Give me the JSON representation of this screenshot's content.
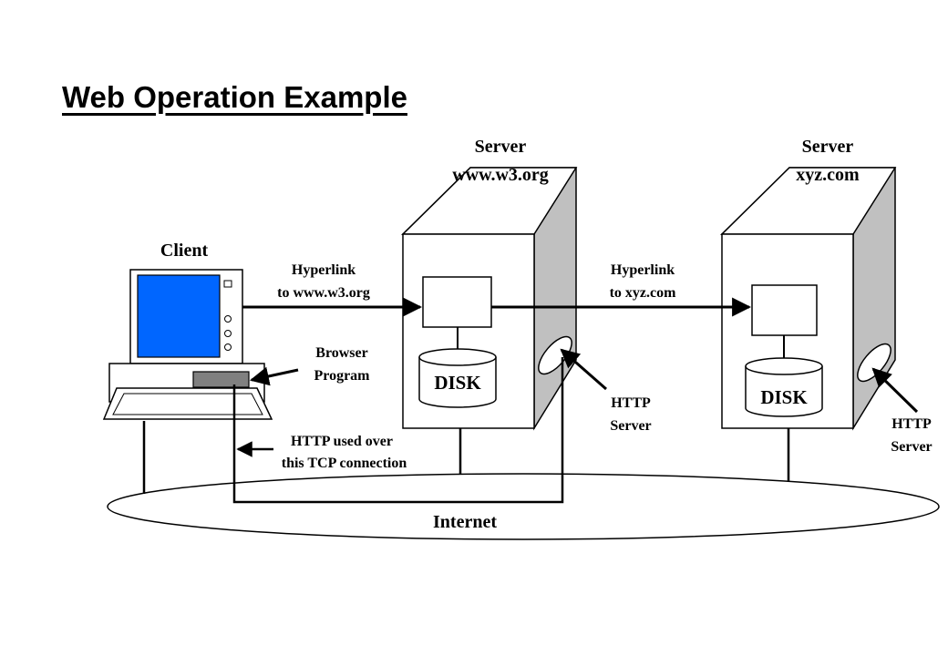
{
  "title": "Web Operation Example",
  "client": {
    "label": "Client"
  },
  "server1": {
    "label_line1": "Server",
    "label_line2": "www.w3.org",
    "disk": "DISK"
  },
  "server2": {
    "label_line1": "Server",
    "label_line2": "xyz.com",
    "disk": "DISK"
  },
  "hyperlink1": {
    "line1": "Hyperlink",
    "line2": "to www.w3.org"
  },
  "hyperlink2": {
    "line1": "Hyperlink",
    "line2": "to xyz.com"
  },
  "browser": {
    "line1": "Browser",
    "line2": "Program"
  },
  "http_server1": {
    "line1": "HTTP",
    "line2": "Server"
  },
  "http_server2": {
    "line1": "HTTP",
    "line2": "Server"
  },
  "http_tcp": {
    "line1": "HTTP used over",
    "line2": "this TCP connection"
  },
  "internet": {
    "label": "Internet"
  },
  "colors": {
    "screen": "#0066ff",
    "server_side": "#c0c0c0",
    "browser_box": "#808080",
    "line": "#000000"
  }
}
